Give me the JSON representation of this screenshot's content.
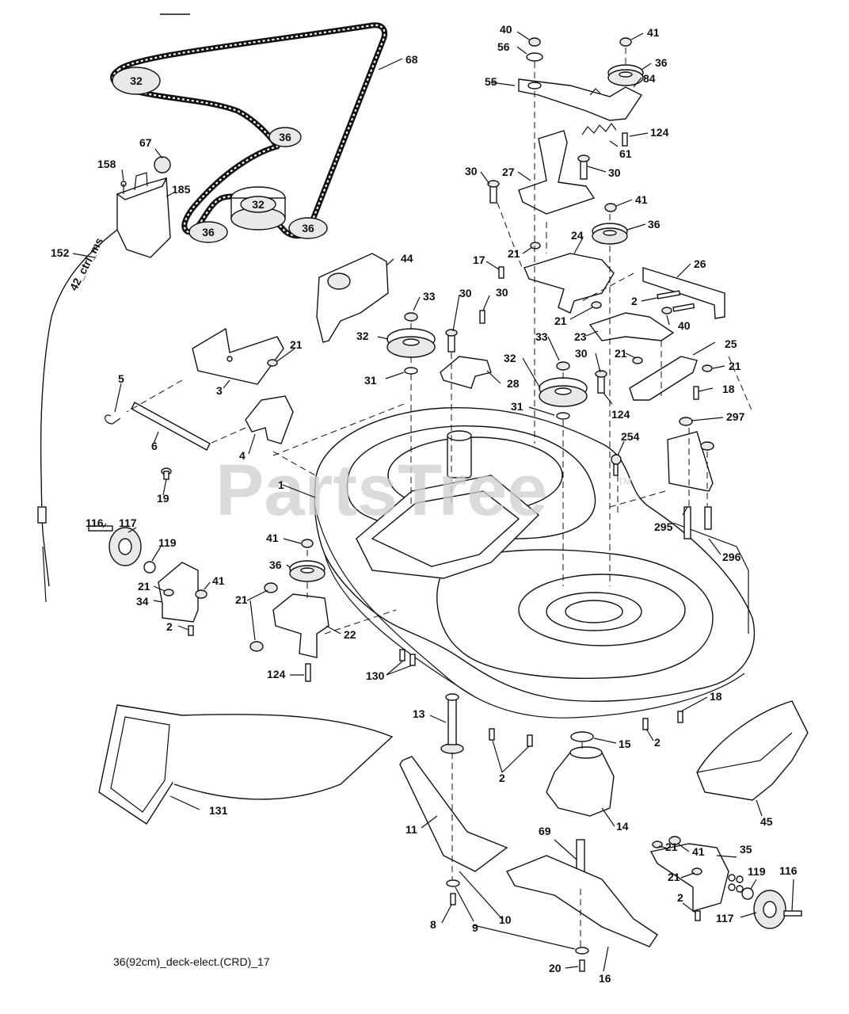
{
  "watermark": {
    "text": "PartsTree",
    "tm": "TM"
  },
  "caption": "36(92cm)_deck-elect.(CRD)_17",
  "cable_text": "42_ctrl_ms",
  "belt_pulleys": {
    "top": "32",
    "right_upper": "36",
    "center": "32",
    "left_lower": "36",
    "right_lower": "36"
  },
  "callouts": {
    "c68": "68",
    "c67": "67",
    "c158": "158",
    "c185": "185",
    "c152": "152",
    "c40a": "40",
    "c56": "56",
    "c41a": "41",
    "c36a": "36",
    "c55": "55",
    "c84": "84",
    "c124a": "124",
    "c61": "61",
    "c30a": "30",
    "c27": "27",
    "c30b": "30",
    "c41b": "41",
    "c36b": "36",
    "c21a": "21",
    "c17": "17",
    "c24": "24",
    "c26": "26",
    "c2a": "2",
    "c21b": "21",
    "c40b": "40",
    "c23": "23",
    "c44": "44",
    "c33a": "33",
    "c30c": "30",
    "c30d": "30",
    "c32a": "32",
    "c31a": "31",
    "c28": "28",
    "c33b": "33",
    "c30e": "30",
    "c32b": "32",
    "c31b": "31",
    "c124b": "124",
    "c21c": "21",
    "c25": "25",
    "c21d": "21",
    "c18a": "18",
    "c297": "297",
    "c254": "254",
    "c295": "295",
    "c296": "296",
    "c5": "5",
    "c3": "3",
    "c21e": "21",
    "c6": "6",
    "c4": "4",
    "c19": "19",
    "c1": "1",
    "c116a": "116",
    "c117a": "117",
    "c119a": "119",
    "c21f": "21",
    "c41c": "41",
    "c34": "34",
    "c2b": "2",
    "c41d": "41",
    "c36c": "36",
    "c21g": "21",
    "c22": "22",
    "c124c": "124",
    "c130": "130",
    "c13": "13",
    "c18b": "18",
    "c2c": "2",
    "c15": "15",
    "c2d": "2",
    "c131": "131",
    "c14": "14",
    "c45": "45",
    "c11": "11",
    "c69": "69",
    "c21h": "21",
    "c41e": "41",
    "c35": "35",
    "c21i": "21",
    "c119b": "119",
    "c116b": "116",
    "c2e": "2",
    "c117b": "117",
    "c8": "8",
    "c9": "9",
    "c10": "10",
    "c20": "20",
    "c16": "16"
  }
}
